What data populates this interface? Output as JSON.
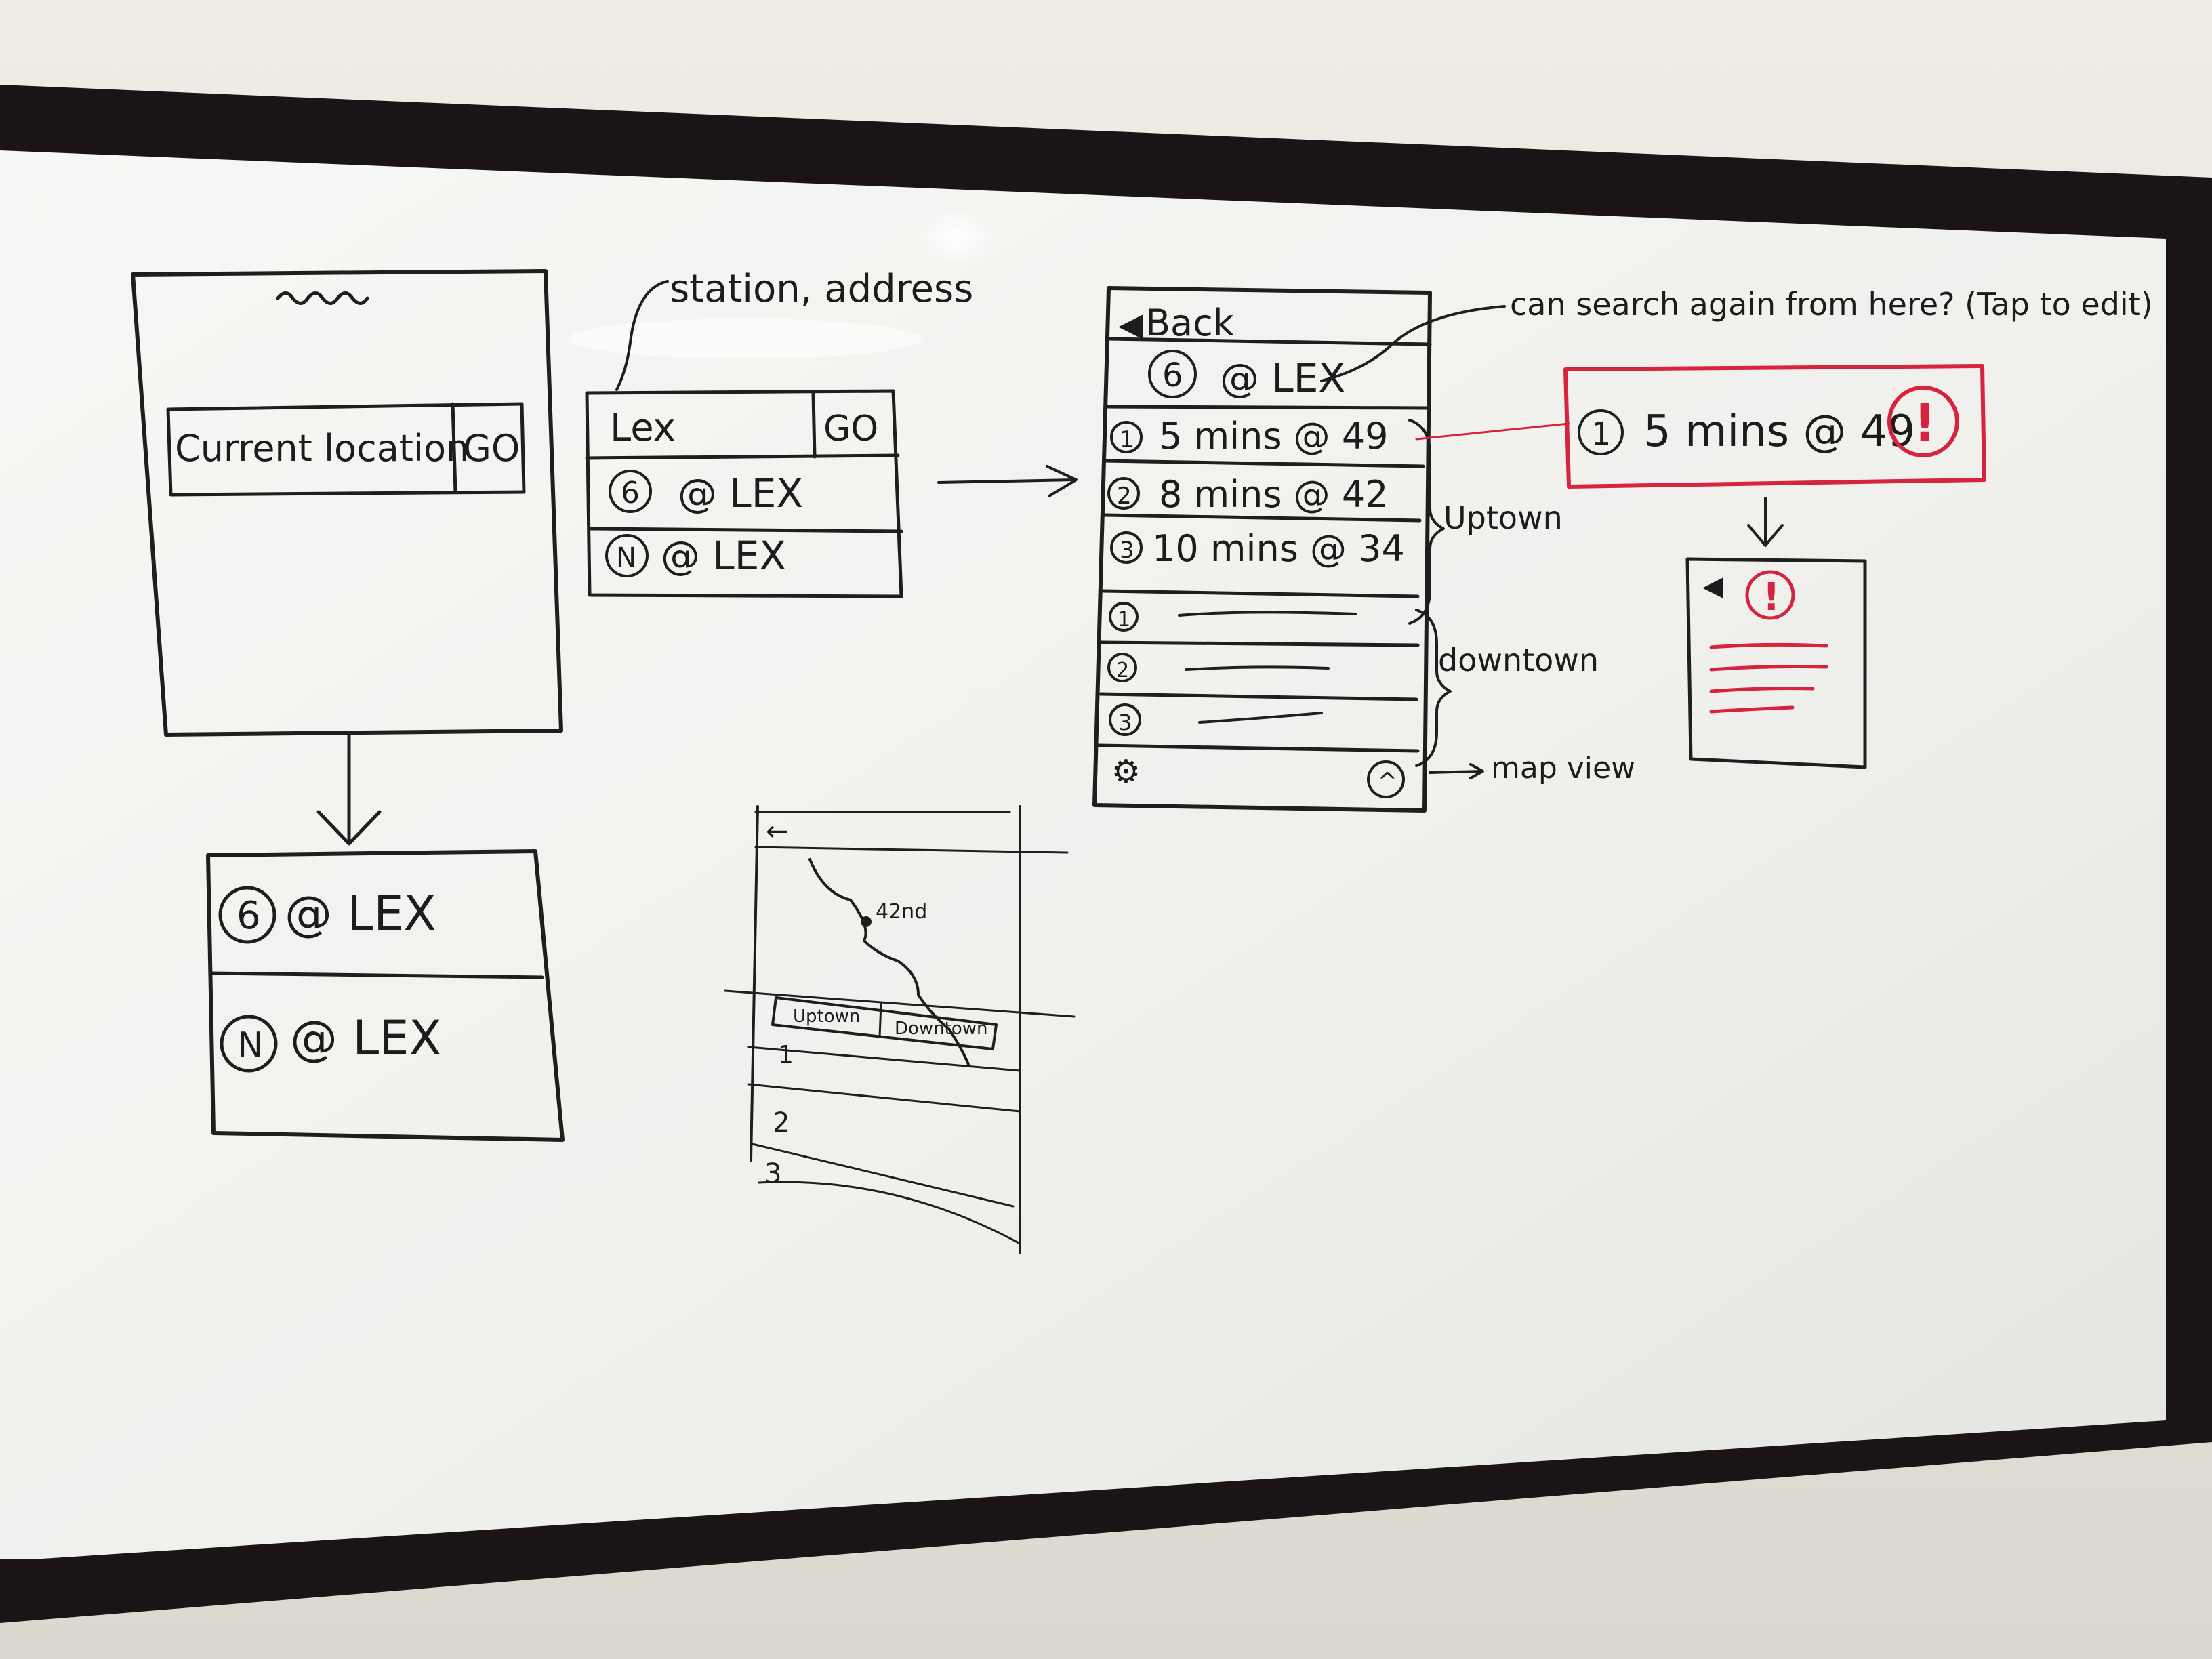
{
  "frame1": {
    "squiggle": "~~~~",
    "input_label": "Current location",
    "go_label": "GO"
  },
  "frame2": {
    "annotation": "station, address",
    "input_value": "Lex",
    "go_label": "GO",
    "results": [
      {
        "badge": "6",
        "text": "@ LEX"
      },
      {
        "badge": "N",
        "text": "@ LEX"
      }
    ]
  },
  "frame3": {
    "back_label": "Back",
    "header_badge": "6",
    "header_text": "@ LEX",
    "annotation_top": "can search again from here? (Tap to edit)",
    "uptown_label": "Uptown",
    "downtown_label": "downtown",
    "map_view_label": "map view",
    "uptown_rows": [
      {
        "num": "1",
        "text": "5 mins @ 49"
      },
      {
        "num": "2",
        "text": "8 mins @ 42"
      },
      {
        "num": "3",
        "text": "10 mins @ 34"
      }
    ],
    "downtown_rows": [
      {
        "num": "1"
      },
      {
        "num": "2"
      },
      {
        "num": "3"
      }
    ]
  },
  "alert_card": {
    "num": "1",
    "text": "5 mins @ 49",
    "icon": "!"
  },
  "alert_detail": {
    "icon": "!"
  },
  "frame_results": {
    "rows": [
      {
        "badge": "6",
        "text": "@ LEX"
      },
      {
        "badge": "N",
        "text": "@ LEX"
      }
    ]
  },
  "frame_map": {
    "back_arrow": "←",
    "station_label": "42nd",
    "tab_uptown": "Uptown",
    "tab_downtown": "Downtown",
    "rows": [
      "1",
      "2",
      "3"
    ]
  },
  "colors": {
    "ink": "#1e1e1e",
    "red_marker": "#d8233f",
    "board": "#f4f4f2",
    "frame": "#1b1416"
  }
}
